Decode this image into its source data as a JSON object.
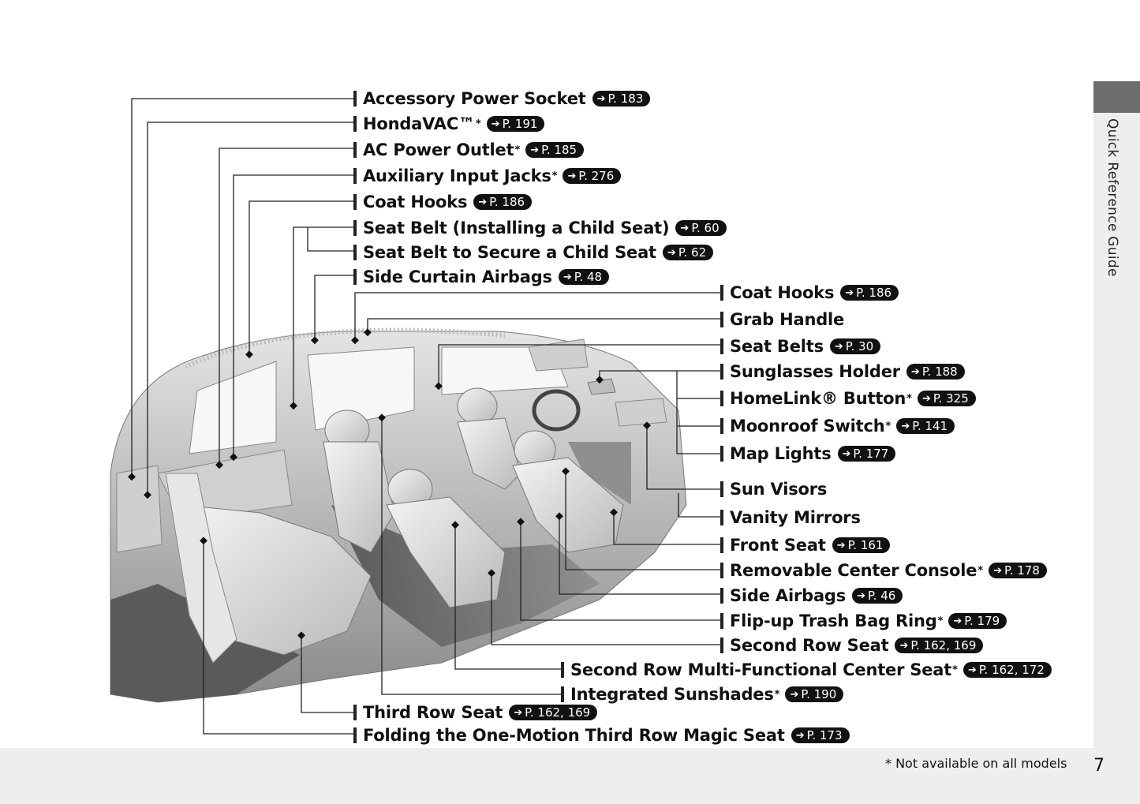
{
  "side_tab": {
    "label": "Quick Reference Guide"
  },
  "footer": {
    "footnote": "* Not available on all models",
    "page_number": "7"
  },
  "callouts": [
    {
      "label": "Accessory Power Socket",
      "asterisk": "",
      "ref": "P. 183"
    },
    {
      "label": "HondaVAC™",
      "asterisk": "*",
      "ref": "P. 191"
    },
    {
      "label": "AC Power Outlet",
      "asterisk": "*",
      "ref": "P. 185"
    },
    {
      "label": "Auxiliary Input Jacks",
      "asterisk": "*",
      "ref": "P. 276"
    },
    {
      "label": "Coat Hooks",
      "asterisk": "",
      "ref": "P. 186"
    },
    {
      "label": "Seat Belt (Installing a Child Seat)",
      "asterisk": "",
      "ref": "P. 60"
    },
    {
      "label": "Seat Belt to Secure a Child Seat",
      "asterisk": "",
      "ref": "P. 62"
    },
    {
      "label": "Side Curtain Airbags",
      "asterisk": "",
      "ref": "P. 48"
    },
    {
      "label": "Coat Hooks",
      "asterisk": "",
      "ref": "P. 186"
    },
    {
      "label": "Grab Handle",
      "asterisk": "",
      "ref": ""
    },
    {
      "label": "Seat Belts",
      "asterisk": "",
      "ref": "P. 30"
    },
    {
      "label": "Sunglasses Holder",
      "asterisk": "",
      "ref": "P. 188"
    },
    {
      "label": "HomeLink® Button",
      "asterisk": "*",
      "ref": "P. 325"
    },
    {
      "label": "Moonroof Switch",
      "asterisk": "*",
      "ref": "P. 141"
    },
    {
      "label": "Map Lights",
      "asterisk": "",
      "ref": "P. 177"
    },
    {
      "label": "Sun Visors",
      "asterisk": "",
      "ref": ""
    },
    {
      "label": "Vanity Mirrors",
      "asterisk": "",
      "ref": ""
    },
    {
      "label": "Front Seat",
      "asterisk": "",
      "ref": "P. 161"
    },
    {
      "label": "Removable Center Console",
      "asterisk": "*",
      "ref": "P. 178"
    },
    {
      "label": "Side Airbags",
      "asterisk": "",
      "ref": "P. 46"
    },
    {
      "label": "Flip-up Trash Bag Ring",
      "asterisk": "*",
      "ref": "P. 179"
    },
    {
      "label": "Second Row Seat",
      "asterisk": "",
      "ref": "P. 162, 169"
    },
    {
      "label": "Second Row Multi-Functional Center Seat",
      "asterisk": "*",
      "ref": "P. 162, 172"
    },
    {
      "label": "Integrated Sunshades",
      "asterisk": "*",
      "ref": "P. 190"
    },
    {
      "label": "Third Row Seat",
      "asterisk": "",
      "ref": "P. 162, 169"
    },
    {
      "label": "Folding the One-Motion Third Row Magic Seat",
      "asterisk": "",
      "ref": "P. 173"
    }
  ]
}
